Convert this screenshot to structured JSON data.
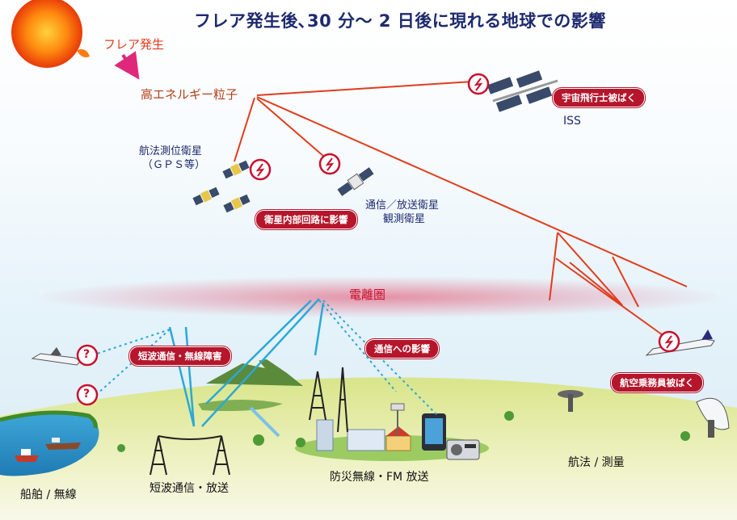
{
  "title": "フレア発生後､30 分～ 2 日後に現れる地球での影響",
  "labels": {
    "flare": "フレア発生",
    "particles": "高エネルギー粒子",
    "iss": "ISS",
    "gps_line1": "航法測位衛星",
    "gps_line2": "（ＧＰＳ等）",
    "comms_sat_line1": "通信／放送衛星",
    "comms_sat_line2": "観測衛星",
    "ionosphere": "電離圏"
  },
  "badges": {
    "astronaut": "宇宙飛行士被ばく",
    "satellite_circuit": "衛星内部回路に影響",
    "communication": "通信への影響",
    "shortwave": "短波通信・無線障害",
    "crew": "航空乗務員被ばく"
  },
  "marks": {
    "q": "?"
  },
  "ground": {
    "ships": "船舶 / 無線",
    "shortwave": "短波通信・放送",
    "disaster": "防災無線・FM 放送",
    "navigation": "航法 / 測量"
  },
  "colors": {
    "particle_ray": "#e23c1c",
    "badge_bg": "#b5162c",
    "radio_path": "#2aa8d8",
    "title": "#1e2a6e"
  },
  "icons": [
    "sun-icon",
    "iss-satellite-icon",
    "gps-satellite-icons",
    "comms-satellite-icon",
    "airplane-icon",
    "airliner-icon",
    "radio-tower-icon",
    "smartphone-icon",
    "radio-icon",
    "shortwave-antenna-icon",
    "parabolic-antenna-icon",
    "ship-icon",
    "mountain-icon"
  ]
}
